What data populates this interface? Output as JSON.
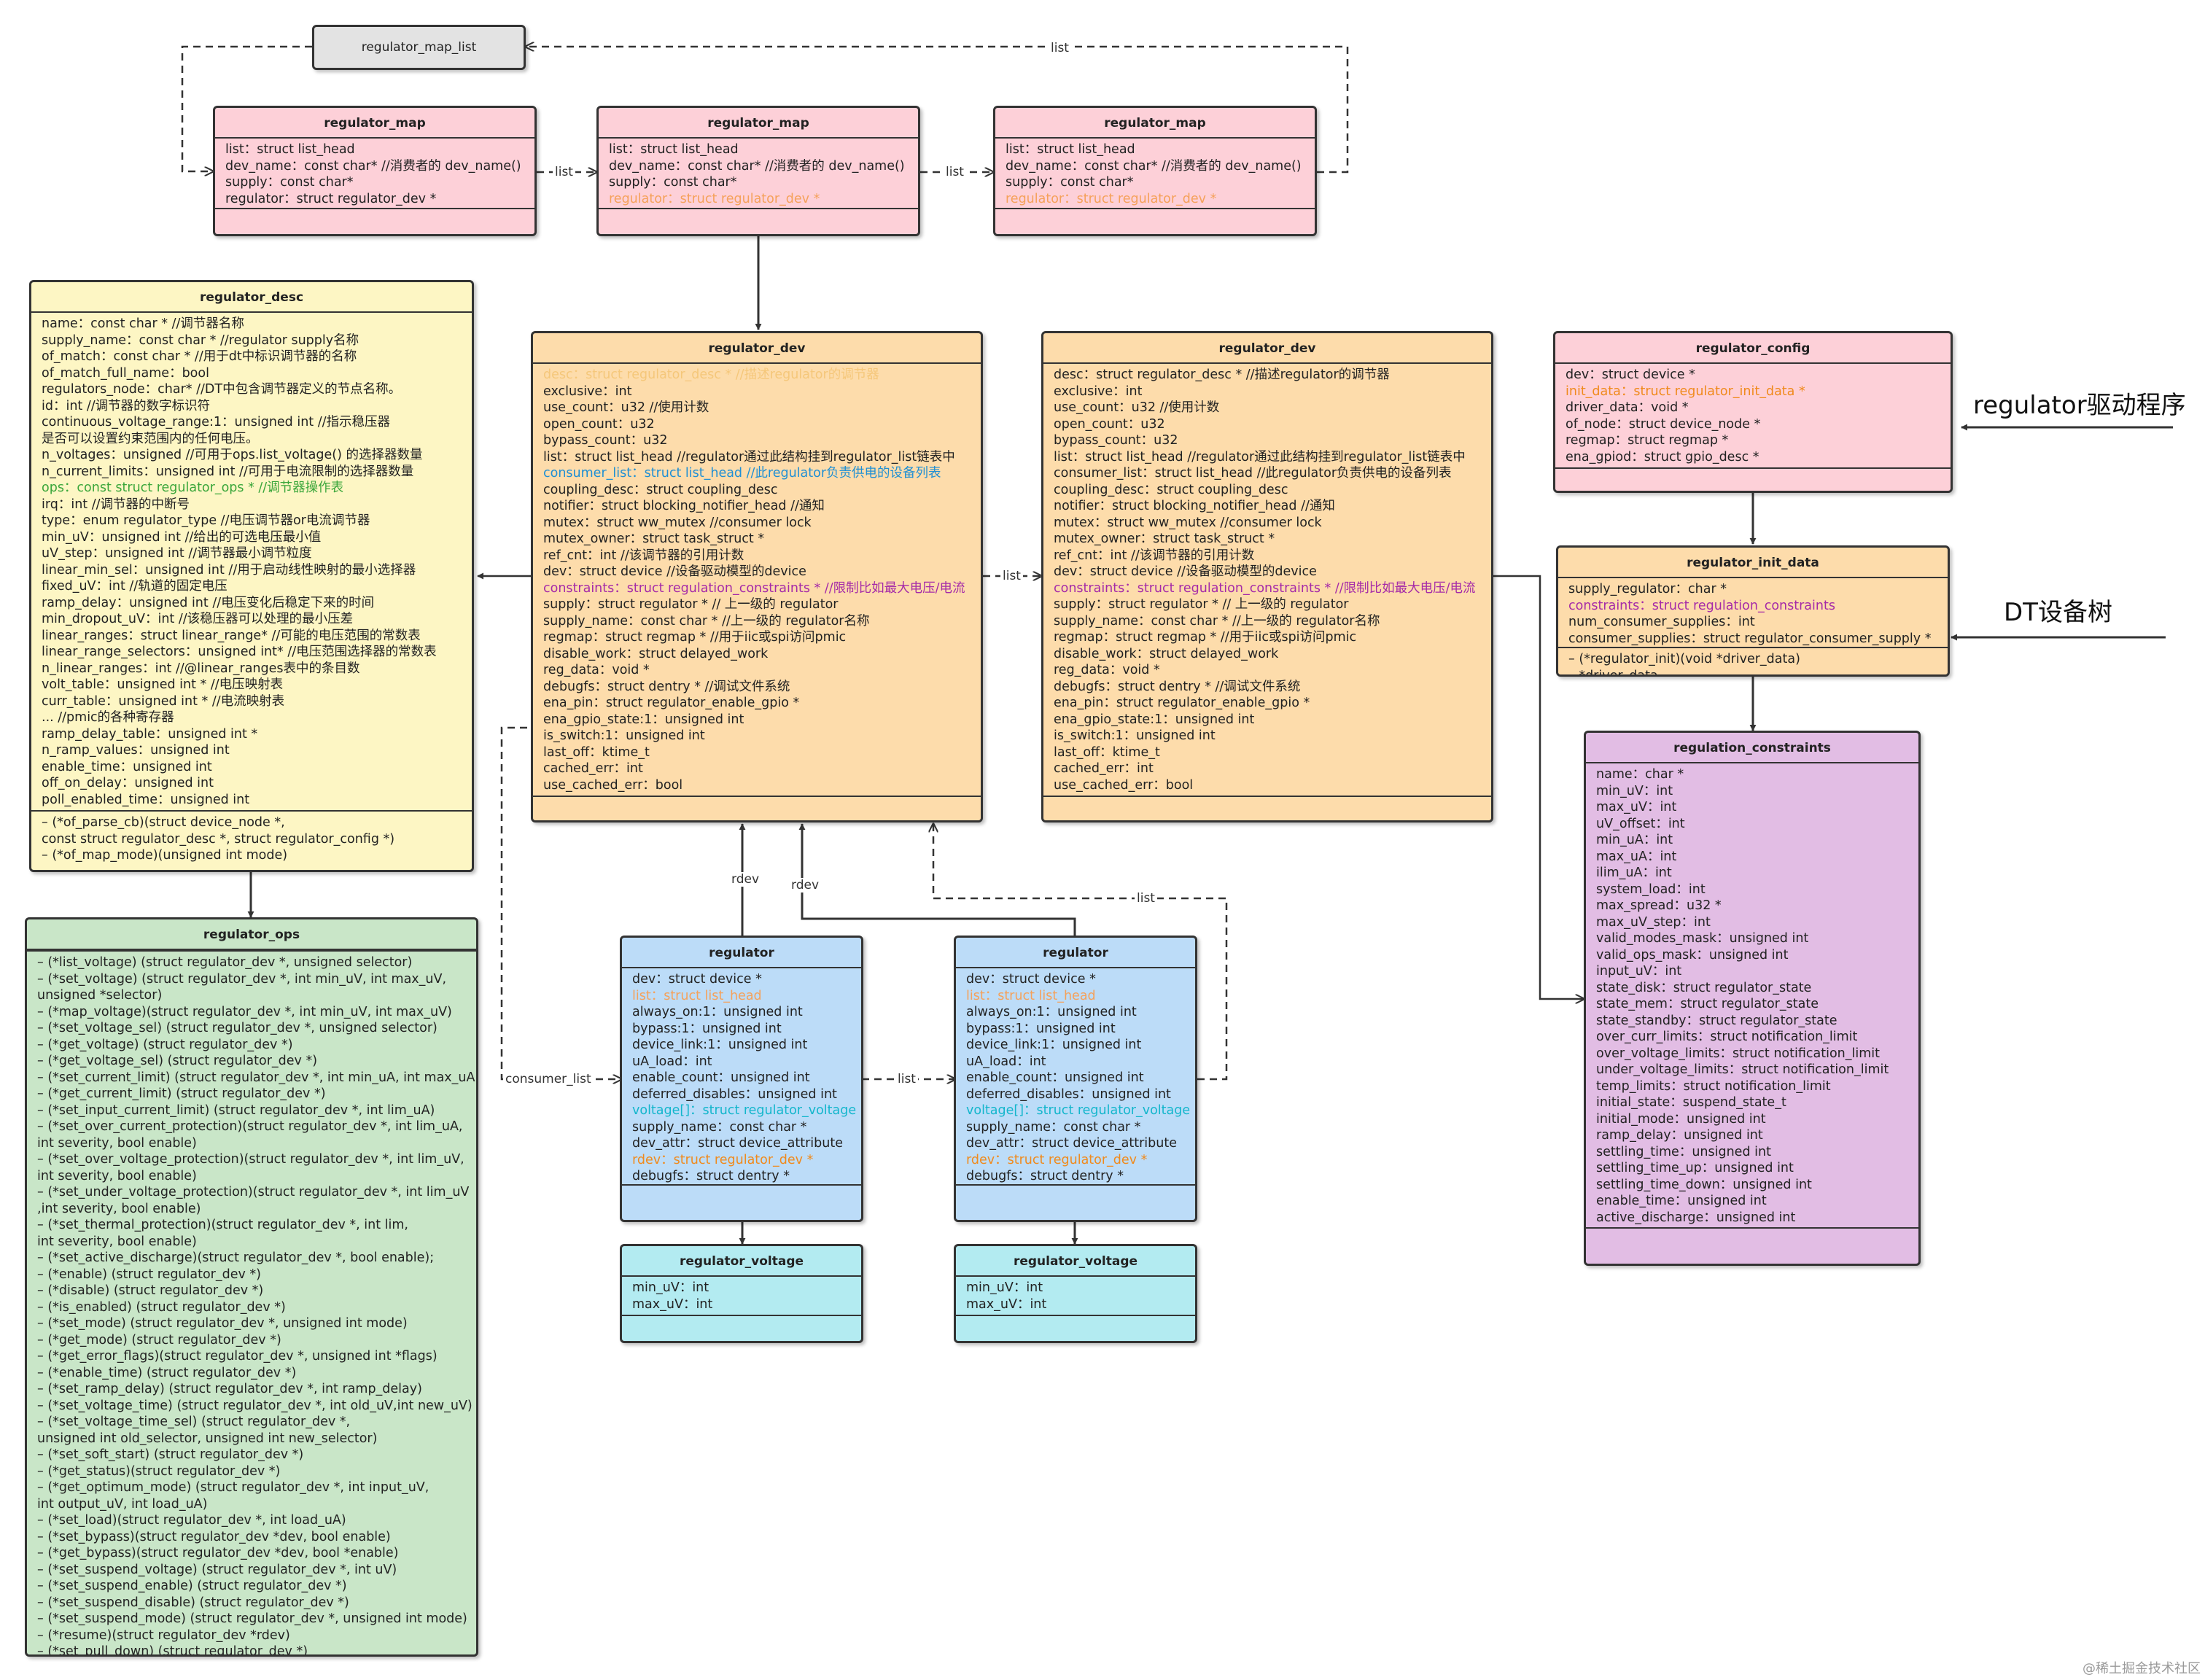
{
  "map_list": {
    "title": "regulator_map_list"
  },
  "maps": [
    {
      "title": "regulator_map",
      "fields": [
        {
          "t": "list：struct list_head"
        },
        {
          "t": "dev_name：const char* //消费者的 dev_name()"
        },
        {
          "t": "supply：const char*"
        },
        {
          "t": "regulator：struct regulator_dev *"
        }
      ]
    },
    {
      "title": "regulator_map",
      "fields": [
        {
          "t": "list：struct list_head"
        },
        {
          "t": "dev_name：const char* //消费者的 dev_name()"
        },
        {
          "t": "supply：const char*"
        },
        {
          "t": "regulator：struct regulator_dev *",
          "c": "#f5a15a"
        }
      ]
    },
    {
      "title": "regulator_map",
      "fields": [
        {
          "t": "list：struct list_head"
        },
        {
          "t": "dev_name：const char* //消费者的 dev_name()"
        },
        {
          "t": "supply：const char*"
        },
        {
          "t": "regulator：struct regulator_dev *",
          "c": "#f5a15a"
        }
      ]
    }
  ],
  "desc": {
    "title": "regulator_desc",
    "fields": [
      {
        "t": "name：const char * //调节器名称"
      },
      {
        "t": "supply_name：const char * //regulator supply名称"
      },
      {
        "t": "of_match：const char * //用于dt中标识调节器的名称"
      },
      {
        "t": "of_match_full_name：bool"
      },
      {
        "t": "regulators_node：char* //DT中包含调节器定义的节点名称。"
      },
      {
        "t": "id：int //调节器的数字标识符"
      },
      {
        "t": "continuous_voltage_range:1：unsigned int //指示稳压器"
      },
      {
        "t": "    是否可以设置约束范围内的任何电压。"
      },
      {
        "t": "n_voltages：unsigned //可用于ops.list_voltage() 的选择器数量"
      },
      {
        "t": "n_current_limits：unsigned int //可用于电流限制的选择器数量"
      },
      {
        "t": "ops：const struct regulator_ops * //调节器操作表",
        "c": "#3aa63a"
      },
      {
        "t": "irq：int //调节器的中断号"
      },
      {
        "t": "type：enum regulator_type //电压调节器or电流调节器"
      },
      {
        "t": "min_uV：unsigned int //给出的可选电压最小值"
      },
      {
        "t": "uV_step：unsigned int //调节器最小调节粒度"
      },
      {
        "t": "linear_min_sel：unsigned int //用于启动线性映射的最小选择器"
      },
      {
        "t": "fixed_uV：int //轨道的固定电压"
      },
      {
        "t": "ramp_delay：unsigned int //电压变化后稳定下来的时间"
      },
      {
        "t": "min_dropout_uV：int //该稳压器可以处理的最小压差"
      },
      {
        "t": "linear_ranges：struct linear_range* //可能的电压范围的常数表"
      },
      {
        "t": "linear_range_selectors：unsigned int* //电压范围选择器的常数表"
      },
      {
        "t": "n_linear_ranges：int //@linear_ranges表中的条目数"
      },
      {
        "t": "volt_table：unsigned int * //电压映射表"
      },
      {
        "t": "curr_table：unsigned int * //电流映射表"
      },
      {
        "t": "... //pmic的各种寄存器"
      },
      {
        "t": "ramp_delay_table：unsigned int *"
      },
      {
        "t": "n_ramp_values：unsigned int"
      },
      {
        "t": "enable_time：unsigned int"
      },
      {
        "t": "off_on_delay：unsigned int"
      },
      {
        "t": "poll_enabled_time：unsigned int"
      }
    ],
    "methods": [
      {
        "t": "– (*of_parse_cb)(struct device_node *,"
      },
      {
        "t": "        const struct regulator_desc *, struct regulator_config *)"
      },
      {
        "t": "– (*of_map_mode)(unsigned int mode)"
      }
    ]
  },
  "ops": {
    "title": "regulator_ops",
    "methods": [
      {
        "t": "– (*list_voltage) (struct regulator_dev *, unsigned selector)"
      },
      {
        "t": "– (*set_voltage) (struct regulator_dev *, int min_uV, int max_uV,"
      },
      {
        "t": "     unsigned *selector)"
      },
      {
        "t": "– (*map_voltage)(struct regulator_dev *, int min_uV, int max_uV)"
      },
      {
        "t": "– (*set_voltage_sel) (struct regulator_dev *, unsigned selector)"
      },
      {
        "t": "– (*get_voltage) (struct regulator_dev *)"
      },
      {
        "t": "– (*get_voltage_sel) (struct regulator_dev *)"
      },
      {
        "t": "– (*set_current_limit) (struct regulator_dev *, int min_uA, int max_uA)"
      },
      {
        "t": "– (*get_current_limit) (struct regulator_dev *)"
      },
      {
        "t": "– (*set_input_current_limit) (struct regulator_dev *, int lim_uA)"
      },
      {
        "t": "– (*set_over_current_protection)(struct regulator_dev *, int lim_uA,"
      },
      {
        "t": "     int severity, bool enable)"
      },
      {
        "t": "– (*set_over_voltage_protection)(struct regulator_dev *, int lim_uV,"
      },
      {
        "t": "         int severity, bool enable)"
      },
      {
        "t": "– (*set_under_voltage_protection)(struct regulator_dev *, int lim_uV"
      },
      {
        "t": "     ,int severity, bool enable)"
      },
      {
        "t": "– (*set_thermal_protection)(struct regulator_dev *, int lim,"
      },
      {
        "t": "         int severity, bool enable)"
      },
      {
        "t": "– (*set_active_discharge)(struct regulator_dev *, bool enable);"
      },
      {
        "t": "– (*enable) (struct regulator_dev *)"
      },
      {
        "t": "– (*disable) (struct regulator_dev *)"
      },
      {
        "t": "– (*is_enabled) (struct regulator_dev *)"
      },
      {
        "t": "– (*set_mode) (struct regulator_dev *, unsigned int mode)"
      },
      {
        "t": "– (*get_mode) (struct regulator_dev *)"
      },
      {
        "t": "– (*get_error_flags)(struct regulator_dev *, unsigned int *flags)"
      },
      {
        "t": "– (*enable_time) (struct regulator_dev *)"
      },
      {
        "t": "– (*set_ramp_delay) (struct regulator_dev *, int ramp_delay)"
      },
      {
        "t": "– (*set_voltage_time) (struct regulator_dev *, int old_uV,int new_uV)"
      },
      {
        "t": "– (*set_voltage_time_sel) (struct regulator_dev *,"
      },
      {
        "t": "         unsigned int old_selector, unsigned int new_selector)"
      },
      {
        "t": "– (*set_soft_start) (struct regulator_dev *)"
      },
      {
        "t": "– (*get_status)(struct regulator_dev *)"
      },
      {
        "t": "– (*get_optimum_mode) (struct regulator_dev *, int input_uV,"
      },
      {
        "t": "       int output_uV, int load_uA)"
      },
      {
        "t": "– (*set_load)(struct regulator_dev *, int load_uA)"
      },
      {
        "t": "– (*set_bypass)(struct regulator_dev *dev, bool enable)"
      },
      {
        "t": "– (*get_bypass)(struct regulator_dev *dev, bool *enable)"
      },
      {
        "t": "– (*set_suspend_voltage) (struct regulator_dev *, int uV)"
      },
      {
        "t": "– (*set_suspend_enable) (struct regulator_dev *)"
      },
      {
        "t": "– (*set_suspend_disable) (struct regulator_dev *)"
      },
      {
        "t": "– (*set_suspend_mode) (struct regulator_dev *, unsigned int mode)"
      },
      {
        "t": "– (*resume)(struct regulator_dev *rdev)"
      },
      {
        "t": "– (*set_pull_down) (struct regulator_dev *)"
      }
    ]
  },
  "rdevs": [
    {
      "title": "regulator_dev",
      "fields": [
        {
          "t": "desc：struct regulator_desc * //描述regulator的调节器",
          "c": "#f5c77a"
        },
        {
          "t": "exclusive：int"
        },
        {
          "t": "use_count：u32 //使用计数"
        },
        {
          "t": "open_count：u32"
        },
        {
          "t": "bypass_count：u32"
        },
        {
          "t": "list：struct list_head //regulator通过此结构挂到regulator_list链表中"
        },
        {
          "t": "consumer_list：struct list_head //此regulator负责供电的设备列表",
          "c": "#1f8fd4"
        },
        {
          "t": "coupling_desc：struct coupling_desc"
        },
        {
          "t": "notifier：struct blocking_notifier_head //通知"
        },
        {
          "t": "mutex：struct ww_mutex //consumer lock"
        },
        {
          "t": "mutex_owner：struct task_struct *"
        },
        {
          "t": "ref_cnt：int //该调节器的引用计数"
        },
        {
          "t": "dev：struct device //设备驱动模型的device"
        },
        {
          "t": "constraints：struct regulation_constraints * //限制比如最大电压/电流",
          "c": "#a52aa8"
        },
        {
          "t": "supply：struct regulator * // 上一级的 regulator"
        },
        {
          "t": "supply_name：const char * //上一级的 regulator名称"
        },
        {
          "t": "regmap：struct regmap * //用于iic或spi访问pmic"
        },
        {
          "t": "disable_work：struct delayed_work"
        },
        {
          "t": "reg_data：void *"
        },
        {
          "t": "debugfs：struct dentry * //调试文件系统"
        },
        {
          "t": "ena_pin：struct regulator_enable_gpio *"
        },
        {
          "t": "ena_gpio_state:1：unsigned int"
        },
        {
          "t": "is_switch:1：unsigned int"
        },
        {
          "t": "last_off：ktime_t"
        },
        {
          "t": "cached_err：int"
        },
        {
          "t": "use_cached_err：bool"
        }
      ]
    },
    {
      "title": "regulator_dev",
      "fields": [
        {
          "t": "desc：struct regulator_desc * //描述regulator的调节器"
        },
        {
          "t": "exclusive：int"
        },
        {
          "t": "use_count：u32 //使用计数"
        },
        {
          "t": "open_count：u32"
        },
        {
          "t": "bypass_count：u32"
        },
        {
          "t": "list：struct list_head //regulator通过此结构挂到regulator_list链表中"
        },
        {
          "t": "consumer_list：struct list_head //此regulator负责供电的设备列表"
        },
        {
          "t": "coupling_desc：struct coupling_desc"
        },
        {
          "t": "notifier：struct blocking_notifier_head //通知"
        },
        {
          "t": "mutex：struct ww_mutex //consumer lock"
        },
        {
          "t": "mutex_owner：struct task_struct *"
        },
        {
          "t": "ref_cnt：int //该调节器的引用计数"
        },
        {
          "t": "dev：struct device //设备驱动模型的device"
        },
        {
          "t": "constraints：struct regulation_constraints * //限制比如最大电压/电流",
          "c": "#a52aa8"
        },
        {
          "t": "supply：struct regulator * // 上一级的 regulator"
        },
        {
          "t": "supply_name：const char * //上一级的 regulator名称"
        },
        {
          "t": "regmap：struct regmap * //用于iic或spi访问pmic"
        },
        {
          "t": "disable_work：struct delayed_work"
        },
        {
          "t": "reg_data：void *"
        },
        {
          "t": "debugfs：struct dentry * //调试文件系统"
        },
        {
          "t": "ena_pin：struct regulator_enable_gpio *"
        },
        {
          "t": "ena_gpio_state:1：unsigned int"
        },
        {
          "t": "is_switch:1：unsigned int"
        },
        {
          "t": "last_off：ktime_t"
        },
        {
          "t": "cached_err：int"
        },
        {
          "t": "use_cached_err：bool"
        }
      ]
    }
  ],
  "config": {
    "title": "regulator_config",
    "fields": [
      {
        "t": "dev：struct device *"
      },
      {
        "t": "init_data：struct regulator_init_data *",
        "c": "#f08a1c"
      },
      {
        "t": "driver_data：void *"
      },
      {
        "t": "of_node：struct device_node *"
      },
      {
        "t": "regmap：struct regmap *"
      },
      {
        "t": "ena_gpiod：struct gpio_desc *"
      }
    ]
  },
  "init_data": {
    "title": "regulator_init_data",
    "fields": [
      {
        "t": "supply_regulator：char *"
      },
      {
        "t": "constraints：struct regulation_constraints",
        "c": "#a52aa8"
      },
      {
        "t": "num_consumer_supplies：int"
      },
      {
        "t": "consumer_supplies：struct regulator_consumer_supply *"
      }
    ],
    "methods": [
      {
        "t": "– (*regulator_init)(void *driver_data)"
      },
      {
        "t": "– *driver_data"
      }
    ]
  },
  "constraints": {
    "title": "regulation_constraints",
    "fields": [
      {
        "t": "name：char *"
      },
      {
        "t": "min_uV：int"
      },
      {
        "t": "max_uV：int"
      },
      {
        "t": "uV_offset：int"
      },
      {
        "t": "min_uA：int"
      },
      {
        "t": "max_uA：int"
      },
      {
        "t": "ilim_uA：int"
      },
      {
        "t": "system_load：int"
      },
      {
        "t": "max_spread：u32 *"
      },
      {
        "t": "max_uV_step：int"
      },
      {
        "t": "valid_modes_mask：unsigned int"
      },
      {
        "t": "valid_ops_mask：unsigned int"
      },
      {
        "t": "input_uV：int"
      },
      {
        "t": "state_disk：struct regulator_state"
      },
      {
        "t": "state_mem：struct regulator_state"
      },
      {
        "t": "state_standby：struct regulator_state"
      },
      {
        "t": "over_curr_limits：struct notification_limit"
      },
      {
        "t": "over_voltage_limits：struct notification_limit"
      },
      {
        "t": "under_voltage_limits：struct notification_limit"
      },
      {
        "t": "temp_limits：struct notification_limit"
      },
      {
        "t": "initial_state：suspend_state_t"
      },
      {
        "t": "initial_mode：unsigned int"
      },
      {
        "t": "ramp_delay：unsigned int"
      },
      {
        "t": "settling_time：unsigned int"
      },
      {
        "t": "settling_time_up：unsigned int"
      },
      {
        "t": "settling_time_down：unsigned int"
      },
      {
        "t": "enable_time：unsigned int"
      },
      {
        "t": "active_discharge：unsigned int"
      }
    ]
  },
  "regulators": [
    {
      "title": "regulator",
      "fields": [
        {
          "t": "dev：struct device *"
        },
        {
          "t": "list：struct list_head",
          "c": "#f5a15a"
        },
        {
          "t": "always_on:1：unsigned int"
        },
        {
          "t": "bypass:1：unsigned int"
        },
        {
          "t": "device_link:1：unsigned int"
        },
        {
          "t": "uA_load：int"
        },
        {
          "t": "enable_count：unsigned int"
        },
        {
          "t": "deferred_disables：unsigned int"
        },
        {
          "t": "voltage[]：struct regulator_voltage",
          "c": "#13b6cc"
        },
        {
          "t": "supply_name：const char *"
        },
        {
          "t": "dev_attr：struct device_attribute"
        },
        {
          "t": "rdev：struct regulator_dev *",
          "c": "#f08a1c"
        },
        {
          "t": "debugfs：struct dentry *"
        }
      ]
    },
    {
      "title": "regulator",
      "fields": [
        {
          "t": "dev：struct device *"
        },
        {
          "t": "list：struct list_head",
          "c": "#f5a15a"
        },
        {
          "t": "always_on:1：unsigned int"
        },
        {
          "t": "bypass:1：unsigned int"
        },
        {
          "t": "device_link:1：unsigned int"
        },
        {
          "t": "uA_load：int"
        },
        {
          "t": "enable_count：unsigned int"
        },
        {
          "t": "deferred_disables：unsigned int"
        },
        {
          "t": "voltage[]：struct regulator_voltage",
          "c": "#13b6cc"
        },
        {
          "t": "supply_name：const char *"
        },
        {
          "t": "dev_attr：struct device_attribute"
        },
        {
          "t": "rdev：struct regulator_dev *",
          "c": "#f08a1c"
        },
        {
          "t": "debugfs：struct dentry *"
        }
      ]
    }
  ],
  "voltages": [
    {
      "title": "regulator_voltage",
      "fields": [
        {
          "t": "min_uV：int"
        },
        {
          "t": "max_uV：int"
        }
      ]
    },
    {
      "title": "regulator_voltage",
      "fields": [
        {
          "t": "min_uV：int"
        },
        {
          "t": "max_uV：int"
        }
      ]
    }
  ],
  "labels": {
    "list": "list",
    "rdev": "rdev",
    "consumer_list": "consumer_list",
    "driver": "regulator驱动程序",
    "dt": "DT设备树",
    "watermark": "@稀土掘金技术社区"
  },
  "colors": {
    "pink": "#fdd0d8",
    "peach": "#fddcab",
    "yellow": "#fdf6c4",
    "green": "#c9e6c8",
    "blue": "#bcdcf8",
    "cyan": "#b3ebf1",
    "violet": "#e2bde4",
    "orange_text": "#f08a1c",
    "purple_text": "#a52aa8",
    "blue_text": "#1f8fd4",
    "green_text": "#3aa63a"
  }
}
